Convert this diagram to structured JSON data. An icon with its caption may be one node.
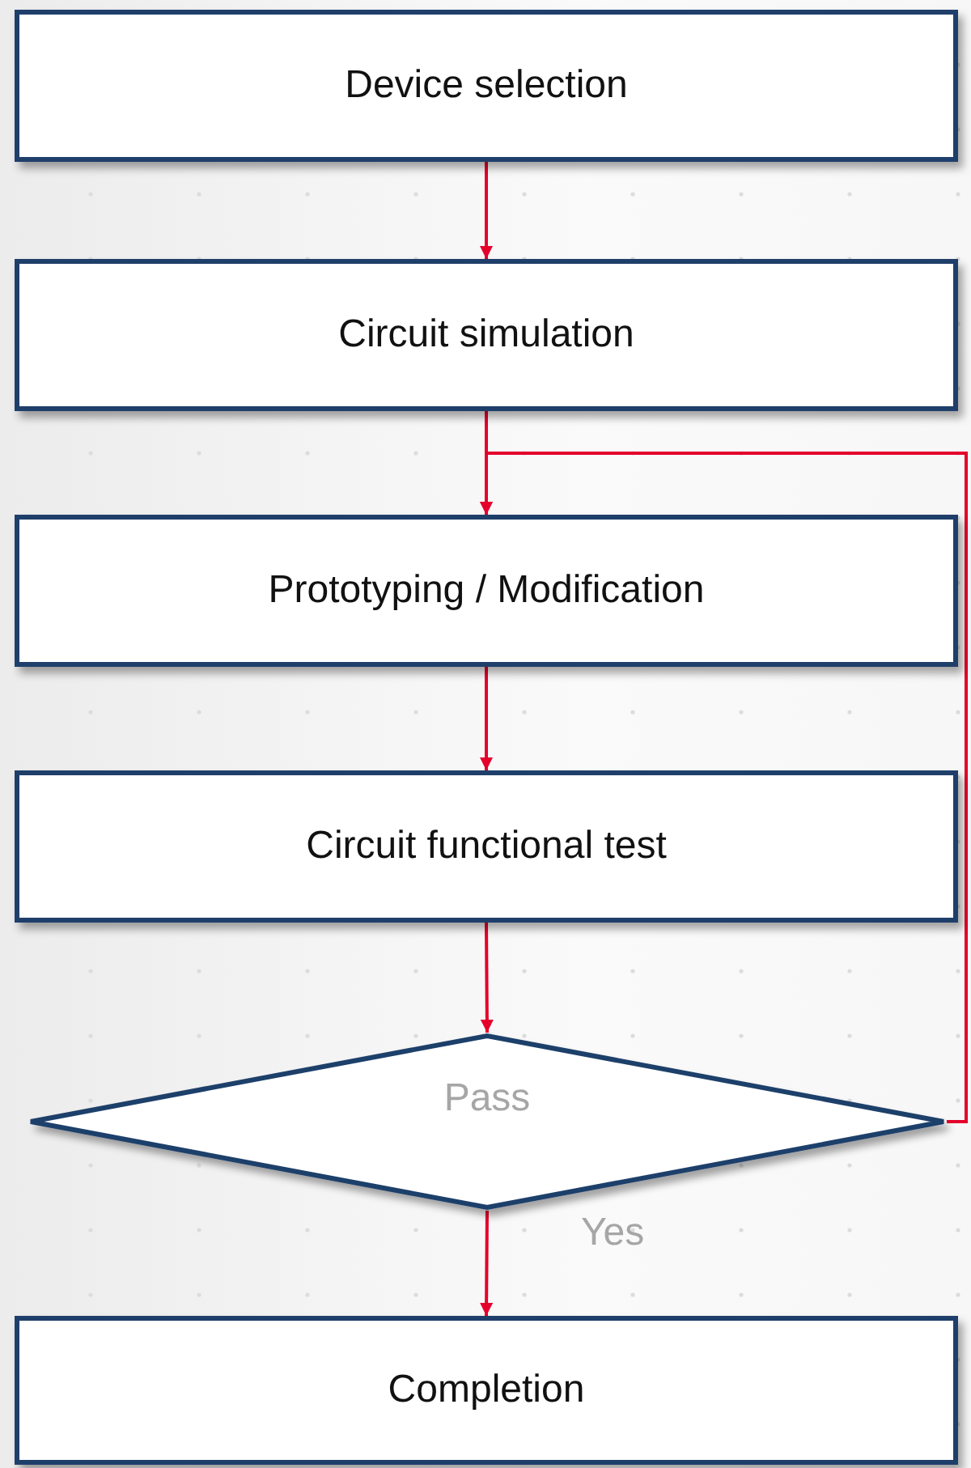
{
  "diagram": {
    "nodes": [
      {
        "text": [
          "Device selection"
        ]
      },
      {
        "text": [
          "Circuit simulation"
        ]
      },
      {
        "text": [
          "Prototyping / Modification"
        ]
      },
      {
        "text": [
          "Circuit functional test"
        ]
      },
      {
        "text": [
          "Pass"
        ]
      },
      {
        "text": [
          "Completion"
        ]
      }
    ],
    "edges": [
      {
        "from": 0,
        "to": 1,
        "arrow": "to"
      },
      {
        "from": 1,
        "to": 2,
        "arrow": "to"
      },
      {
        "from": 2,
        "to": 3,
        "arrow": "to"
      },
      {
        "from": 3,
        "to": 4,
        "arrow": "to"
      },
      {
        "from": 4,
        "to": 2,
        "arrow": "to"
      },
      {
        "from": 4,
        "to": 5,
        "arrow": "to",
        "label": "Yes"
      }
    ]
  }
}
